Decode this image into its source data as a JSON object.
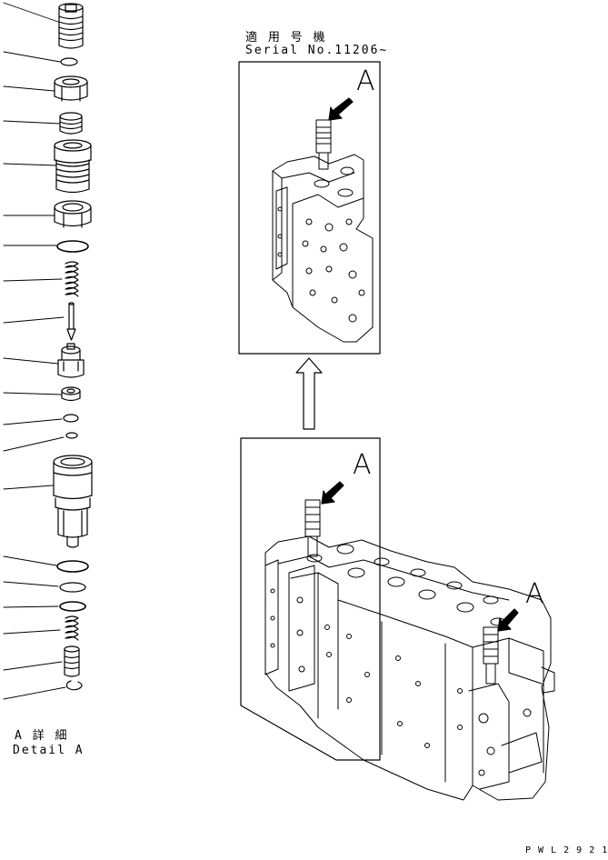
{
  "header": {
    "applicable_models": "適 用 号 機",
    "serial": "Serial No.11206~"
  },
  "detail": {
    "jp": "A 詳 細",
    "en": "Detail A"
  },
  "view_marks": {
    "top": "A",
    "bottom_left": "A",
    "bottom_right": "A"
  },
  "drawing_code": "P W L 2 9 2 1",
  "parts": [
    "plug",
    "o-ring",
    "nut",
    "spacer",
    "sleeve",
    "lock-nut",
    "o-ring",
    "spring",
    "poppet",
    "piston",
    "seat",
    "backup-ring",
    "o-ring",
    "valve-body",
    "o-ring",
    "backup-ring",
    "o-ring",
    "spring",
    "poppet",
    "snap-ring"
  ]
}
